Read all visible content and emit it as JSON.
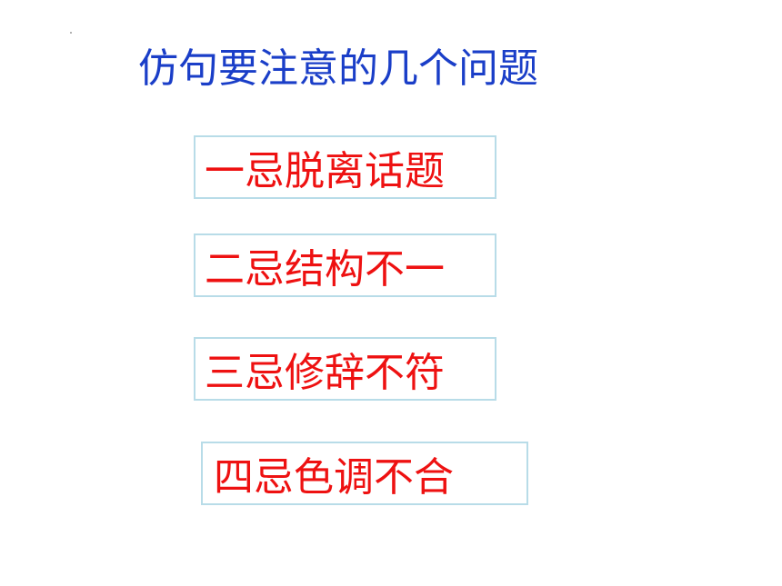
{
  "slide": {
    "title": "仿句要注意的几个问题",
    "items": [
      {
        "label": "一忌脱离话题"
      },
      {
        "label": "二忌结构不一"
      },
      {
        "label": "三忌修辞不符"
      },
      {
        "label": "四忌色调不合"
      }
    ]
  },
  "colors": {
    "title": "#1a3ec8",
    "item_text": "#ee1111",
    "item_border": "#b8dce8",
    "background": "#ffffff"
  }
}
